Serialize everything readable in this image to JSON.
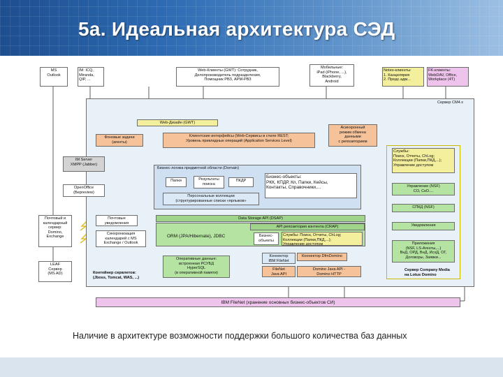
{
  "slide": {
    "title": "5а. Идеальная архитектура СЭД",
    "footer": "Наличие в архитектуре возможности поддержки большого количества баз данных"
  },
  "diagram": {
    "ms_outlook": "MS\nOutlook",
    "im_clients": "IM: ICQ,\nMiranda,\nQIP, ...",
    "web_clients": "Web-Клиенты (GWT): Сотрудник,\nДелопроизводитель подразделения,\nПомощник РВЗ, АРМ-РВЗ",
    "mobile": "Мобильные:\niPad (iPhone, ...),\nBlackberry,\nAndroid",
    "notes_clients": "Notes-клиенты:\n1. Канцелярия\n2. Предс.адм...",
    "fk_clients": "FK-клиенты:\nWebDAV, Office,\nWorkplace (4T)",
    "server_cm": "Сервер CM4.x",
    "web_design": "Web-Дизайн (GWT)",
    "background_tasks": "Фоновые задачи\n(агенты)",
    "client_interfaces": "Клиентские интерфейсы (Web-Сервисы в стиле REST;\nУровень прикладных операций (Application Services Level)",
    "async_mode": "Асинхронный\nрежим обмена\nданными\nс репозиторием",
    "im_server": "IM Server\nXMPP (Jabber)",
    "openoffice": "OpenOffice\n(Bepreview)",
    "business_logic": "Бизнес-логика предметной области (Domain)",
    "folders": "Папки",
    "search_results": "Результаты\nпоиска",
    "pkdr": "ПКДР",
    "business_objects": "Бизнес-объекты:\nРКК, КПДР, Кп, Папки, Кейсы,\nКонтакты, Справочники,...",
    "personal_collections": "Персональные коллекции\n(структурированные списки «ярлыков»",
    "services": "Службы:\nПоиск, Отчеты, ChLog;\nКоллекции (Папки,ПКД,...);\nУправление доступом",
    "inbox_outbox": "Управление (NSF)\nСО, СкО....",
    "skd": "СПКД (NSF)",
    "mail_calendar": "Почтовый и\nкалендарный\nсервер:\nDomino,\nExchange",
    "mail_notifications": "Почтовые\nуведомления",
    "sync": "Синхронизация\nкалендарей с MS\nExchange / Outlook",
    "data_storage_api": "Data Storage API (DSAP)",
    "repository_api": "API репозитория контента (CRAP)",
    "orm": "ORM (JPA/Hibernate), JDBC",
    "biz_objects_short": "Бизнес-\nобъекты",
    "services2": "Службы: Поиск, Отчеты, ChLog;\nКоллекции (Папки,ПКД,...);\nУправление доступом",
    "notifications": "Уведомления",
    "applications": "Приложения\n(NSF, LS-Агенты,...)\nВнД, ОРД, ВнД, ИсхД, ОГ,\nДоговоры, Заявки...",
    "operational_data": "Оперативные данные:\nвстроенная РСУБД\nHyperSQL\n(в оперативной памяти)",
    "connector_filenet": "Коннектор\nIBM FileNet",
    "connector_domino": "Коннектор DfmDomino",
    "filenet_java_api": "FileNet\nJava API",
    "domino_java_api": "Domino Java API -\nDomino HTTP",
    "leaf_server": "LEAF\nСервер\n(MS AD)",
    "servlet_container": "Контейнер сервлетов:\n(Jboss, Tomcat, WAS, ...)",
    "company_media": "Сервер Company Media\nна Lotus Domino",
    "ibm_filenet": "IBM FileNet (хранение основных бизнес-объектов СИ)"
  },
  "colors": {
    "banner": "#2f6db5",
    "green": "#b5e3a1",
    "yellow": "#f4ef9c",
    "pink": "#efc4ec",
    "orange": "#f5c29a",
    "blue": "#dbe8f6"
  }
}
